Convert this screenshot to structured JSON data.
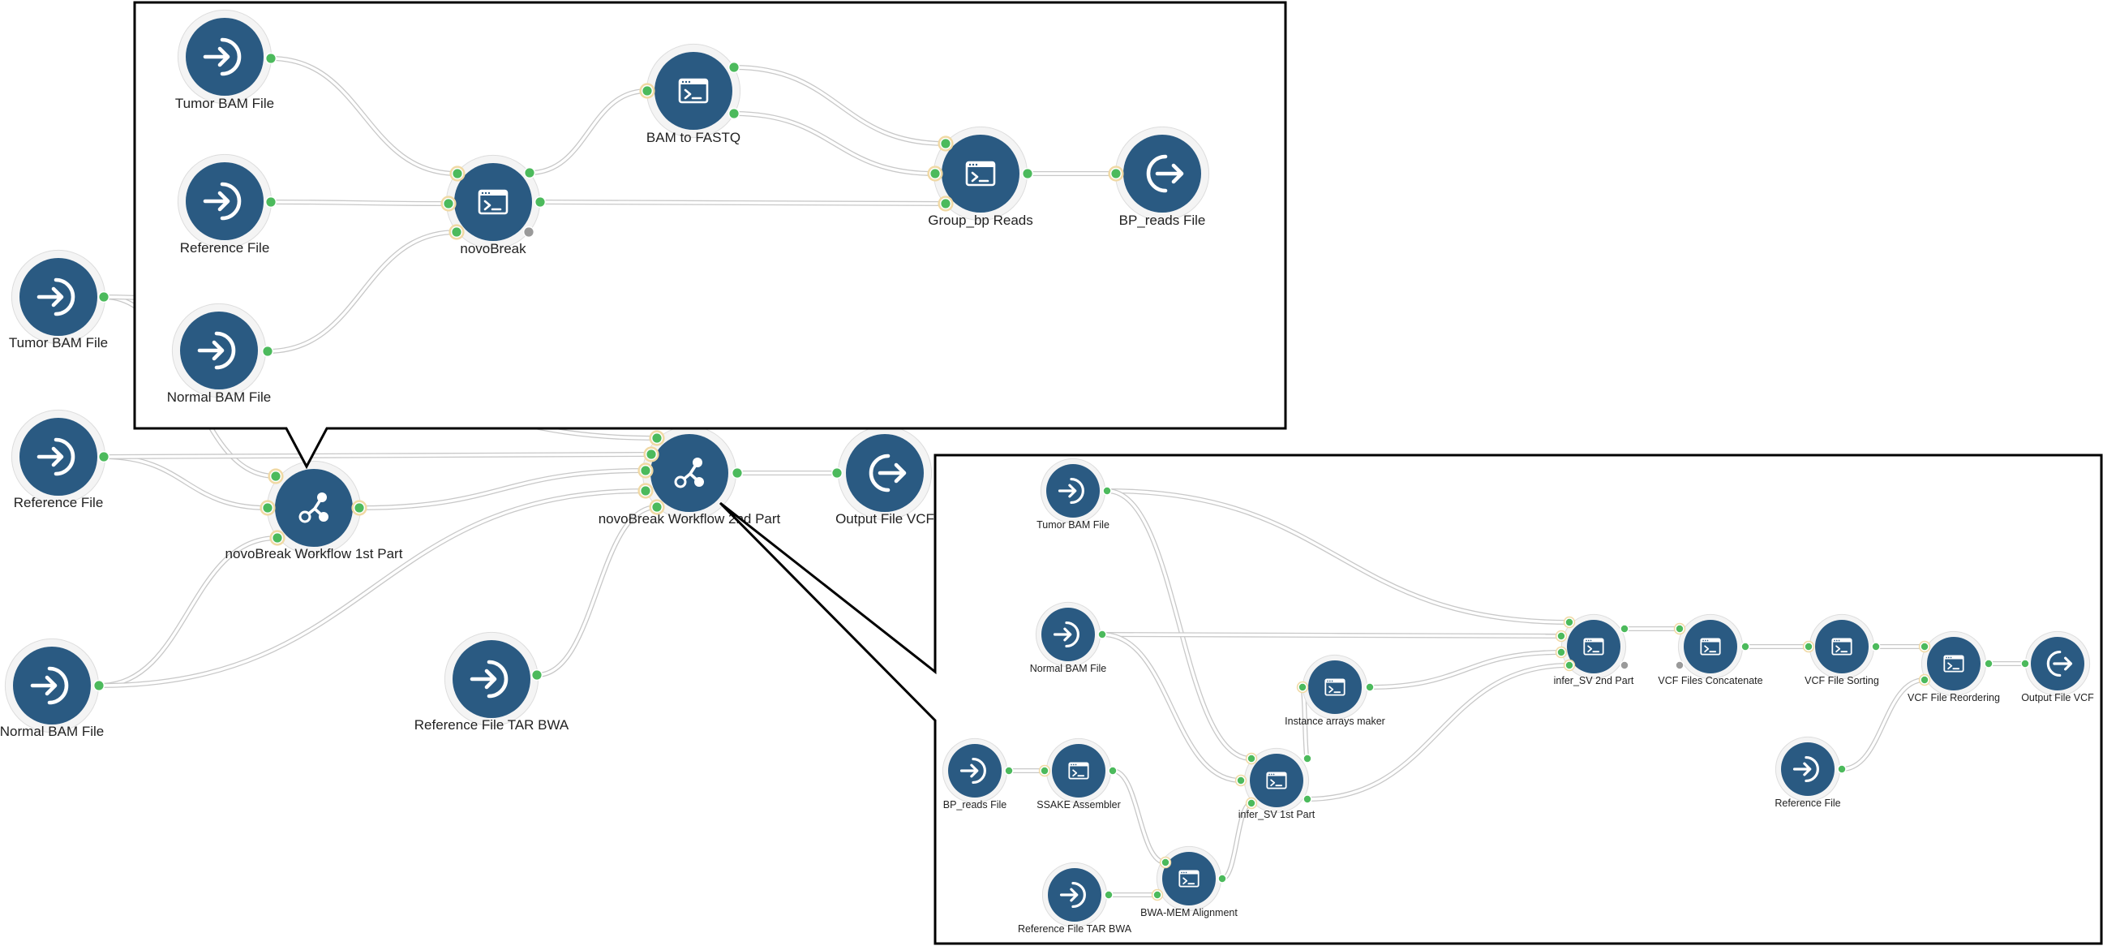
{
  "colors": {
    "node": "#2a5a82",
    "port": "#4cba5c",
    "port_ring": "#f0d9a4",
    "port_inactive": "#9a9a9a",
    "edge": "#c8c8c8"
  },
  "main": {
    "nodes": [
      {
        "id": "m_tumor",
        "label": "Tumor BAM File",
        "icon": "input-icon"
      },
      {
        "id": "m_ref",
        "label": "Reference File",
        "icon": "input-icon"
      },
      {
        "id": "m_normal",
        "label": "Normal BAM File",
        "icon": "input-icon"
      },
      {
        "id": "m_wf1",
        "label": "novoBreak Workflow 1st Part",
        "icon": "workflow-icon"
      },
      {
        "id": "m_wf2",
        "label": "novoBreak Workflow 2nd Part",
        "icon": "workflow-icon"
      },
      {
        "id": "m_reftar",
        "label": "Reference File TAR BWA",
        "icon": "input-icon"
      },
      {
        "id": "m_out",
        "label": "Output File VCF",
        "icon": "output-icon"
      }
    ]
  },
  "zoom1": {
    "nodes": [
      {
        "id": "a_tumor",
        "label": "Tumor BAM File",
        "icon": "input-icon"
      },
      {
        "id": "a_ref",
        "label": "Reference File",
        "icon": "input-icon"
      },
      {
        "id": "a_normal",
        "label": "Normal BAM File",
        "icon": "input-icon"
      },
      {
        "id": "a_novo",
        "label": "novoBreak",
        "icon": "tool-icon"
      },
      {
        "id": "a_b2f",
        "label": "BAM to FASTQ",
        "icon": "tool-icon"
      },
      {
        "id": "a_group",
        "label": "Group_bp Reads",
        "icon": "tool-icon"
      },
      {
        "id": "a_bpout",
        "label": "BP_reads File",
        "icon": "output-icon"
      }
    ]
  },
  "zoom2": {
    "nodes": [
      {
        "id": "b_tumor",
        "label": "Tumor BAM File",
        "icon": "input-icon"
      },
      {
        "id": "b_normal",
        "label": "Normal BAM File",
        "icon": "input-icon"
      },
      {
        "id": "b_bpreads",
        "label": "BP_reads File",
        "icon": "input-icon"
      },
      {
        "id": "b_ssake",
        "label": "SSAKE Assembler",
        "icon": "tool-icon"
      },
      {
        "id": "b_reftar",
        "label": "Reference File TAR BWA",
        "icon": "input-icon"
      },
      {
        "id": "b_bwa",
        "label": "BWA-MEM Alignment",
        "icon": "tool-icon"
      },
      {
        "id": "b_inst",
        "label": "Instance arrays maker",
        "icon": "tool-icon"
      },
      {
        "id": "b_sv1",
        "label": "infer_SV 1st Part",
        "icon": "tool-icon"
      },
      {
        "id": "b_sv2",
        "label": "infer_SV 2nd Part",
        "icon": "tool-icon"
      },
      {
        "id": "b_concat",
        "label": "VCF Files Concatenate",
        "icon": "tool-icon"
      },
      {
        "id": "b_sort",
        "label": "VCF File Sorting",
        "icon": "tool-icon"
      },
      {
        "id": "b_reorder",
        "label": "VCF File Reordering",
        "icon": "tool-icon"
      },
      {
        "id": "b_ref",
        "label": "Reference File",
        "icon": "input-icon"
      },
      {
        "id": "b_out",
        "label": "Output File VCF",
        "icon": "output-icon"
      }
    ]
  }
}
